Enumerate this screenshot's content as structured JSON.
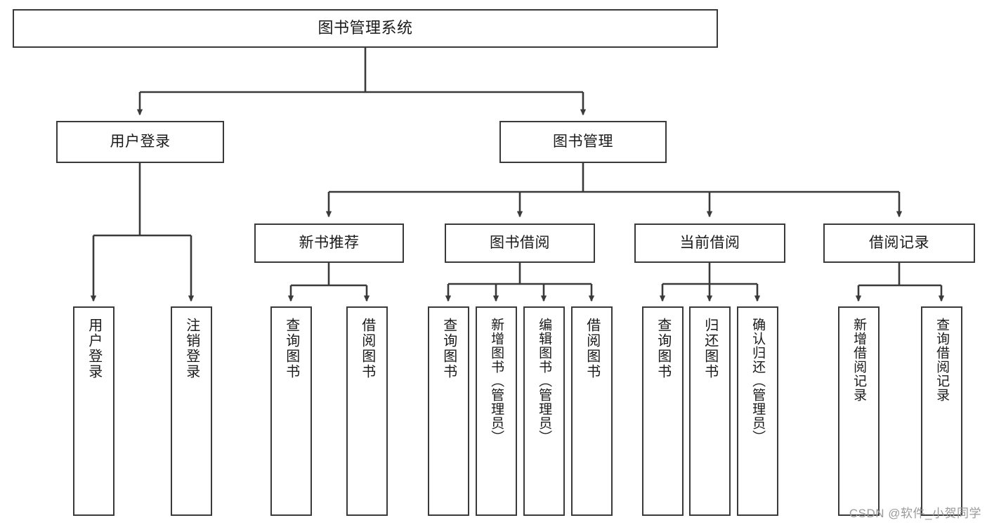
{
  "diagram": {
    "title": "图书管理系统",
    "type": "tree-hierarchy",
    "watermark": "CSDN @软件_小贺同学",
    "colors": {
      "stroke": "#3a3a3a",
      "fill": "#ffffff",
      "text": "#1a1a1a",
      "watermark": "#9a9a9a"
    },
    "nodes": {
      "root": {
        "label": "图书管理系统"
      },
      "level2": [
        {
          "label": "用户登录"
        },
        {
          "label": "图书管理"
        }
      ],
      "level3": [
        {
          "label": "新书推荐"
        },
        {
          "label": "图书借阅"
        },
        {
          "label": "当前借阅"
        },
        {
          "label": "借阅记录"
        }
      ],
      "leaves_user_login": [
        {
          "label": "用户登录"
        },
        {
          "label": "注销登录"
        }
      ],
      "leaves_new_book": [
        {
          "label": "查询图书"
        },
        {
          "label": "借阅图书"
        }
      ],
      "leaves_borrow": [
        {
          "label": "查询图书"
        },
        {
          "label": "新增图书（管理员）"
        },
        {
          "label": "编辑图书（管理员）"
        },
        {
          "label": "借阅图书"
        }
      ],
      "leaves_current": [
        {
          "label": "查询图书"
        },
        {
          "label": "归还图书"
        },
        {
          "label": "确认归还（管理员）"
        }
      ],
      "leaves_record": [
        {
          "label": "新增借阅记录"
        },
        {
          "label": "查询借阅记录"
        }
      ]
    }
  }
}
